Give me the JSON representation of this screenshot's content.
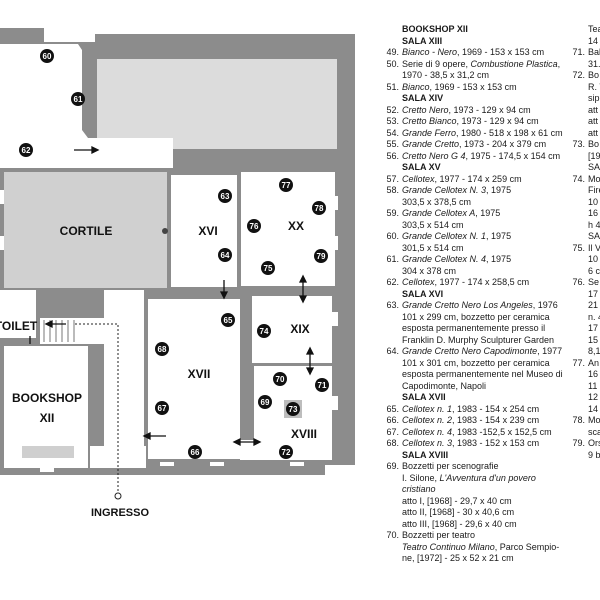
{
  "plan": {
    "rooms": {
      "cortile": "CORTILE",
      "xvi": "XVI",
      "xx": "XX",
      "xix": "XIX",
      "xvii": "XVII",
      "xviii": "XVIII",
      "toilet": "TOILET",
      "bookshop": "BOOKSHOP",
      "bookshop_num": "XII"
    },
    "entrance": "INGRESSO",
    "markers": [
      "60",
      "61",
      "62",
      "63",
      "64",
      "65",
      "66",
      "67",
      "68",
      "69",
      "70",
      "71",
      "72",
      "73",
      "74",
      "75",
      "76",
      "77",
      "78",
      "79"
    ]
  },
  "list": {
    "col1": {
      "header_top": "BOOKSHOP XII",
      "s13": "SALA XIII",
      "e49": {
        "n": "49.",
        "title": "Bianco - Nero",
        "rest": ", 1969 - 153 x 153 cm"
      },
      "e50": {
        "n": "50.",
        "l1": "Serie di 9 opere, ",
        "l1i": "Combustione Plastica",
        "l1e": ",",
        "l2": "1970 - 38,5 x 31,2 cm"
      },
      "e51": {
        "n": "51.",
        "title": "Bianco",
        "rest": ", 1969 - 153 x 153 cm"
      },
      "s14": "SALA XIV",
      "e52": {
        "n": "52.",
        "title": "Cretto Nero",
        "rest": ", 1973 - 129 x 94 cm"
      },
      "e53": {
        "n": "53.",
        "title": "Cretto Bianco",
        "rest": ", 1973 - 129 x 94 cm"
      },
      "e54": {
        "n": "54.",
        "title": "Grande Ferro",
        "rest": ", 1980 - 518 x 198 x 61 cm"
      },
      "e55": {
        "n": "55.",
        "title": "Grande Cretto",
        "rest": ", 1973 - 204 x 379 cm"
      },
      "e56": {
        "n": "56.",
        "title": "Cretto Nero G 4",
        "rest": ", 1975 - 174,5 x 154 cm"
      },
      "s15": "SALA XV",
      "e57": {
        "n": "57.",
        "title": "Cellotex",
        "rest": ", 1977 - 174 x 259 cm"
      },
      "e58": {
        "n": "58.",
        "title": "Grande Cellotex N. 3",
        "rest": ", 1975",
        "l2": "303,5 x 378,5 cm"
      },
      "e59": {
        "n": "59.",
        "title": "Grande Cellotex A",
        "rest": ", 1975",
        "l2": "303,5 x 514 cm"
      },
      "e60": {
        "n": "60.",
        "title": "Grande Cellotex N. 1",
        "rest": ", 1975",
        "l2": "301,5 x 514 cm"
      },
      "e61": {
        "n": "61.",
        "title": "Grande Cellotex N. 4",
        "rest": ", 1975",
        "l2": "304 x 378 cm"
      },
      "e62": {
        "n": "62.",
        "title": "Cellotex",
        "rest": ", 1977 - 174 x 258,5 cm"
      },
      "s16": "SALA XVI",
      "e63": {
        "n": "63.",
        "title": "Grande Cretto Nero Los Angeles",
        "rest": ", 1976",
        "l2": "101 x 299 cm, bozzetto per ceramica",
        "l3": "esposta permanentemente presso il",
        "l4": "Franklin D. Murphy Sculpturer Garden"
      },
      "e64": {
        "n": "64.",
        "title": "Grande Cretto Nero Capodimonte",
        "rest": ", 1977",
        "l2": "101 x 301 cm, bozzetto per ceramica",
        "l3": "esposta permanentemente nel Museo di",
        "l4": "Capodimonte, Napoli"
      },
      "s17": "SALA XVII",
      "e65": {
        "n": "65.",
        "title": "Cellotex n. 1",
        "rest": ", 1983 - 154 x 254 cm"
      },
      "e66": {
        "n": "66.",
        "title": "Cellotex n. 2",
        "rest": ", 1983 - 154 x 239 cm"
      },
      "e67": {
        "n": "67.",
        "title": "Cellotex n. 4",
        "rest": ", 1983 -152,5 x 152,5 cm"
      },
      "e68": {
        "n": "68.",
        "title": "Cellotex n. 3",
        "rest": ", 1983 - 152 x 153 cm"
      },
      "s18": "SALA XVIII",
      "e69": {
        "n": "69.",
        "l1": "Bozzetti per scenografie",
        "l2a": "I. Silone, ",
        "l2i": "L'Avventura d'un povero",
        "l3i": "cristiano",
        "l4": "atto I, [1968] - 29,7 x 40 cm",
        "l5": "atto II, [1968] - 30 x 40,6 cm",
        "l6": "atto III, [1968] - 29,6 x 40 cm"
      },
      "e70": {
        "n": "70.",
        "l1": "Bozzetti per teatro",
        "l2i": "Teatro Continuo Milano",
        "l2e": ", Parco Sempio-",
        "l3": "ne, [1972] - 25 x 52 x 21 cm"
      }
    },
    "col2": [
      {
        "n": "",
        "t": "Tea"
      },
      {
        "n": "",
        "t": "14"
      },
      {
        "n": "71.",
        "t": "Bal"
      },
      {
        "n": "",
        "t": "31."
      },
      {
        "n": "72.",
        "t": "Bo"
      },
      {
        "n": "",
        "t": "R. V"
      },
      {
        "n": "",
        "t": "sip"
      },
      {
        "n": "",
        "t": "att"
      },
      {
        "n": "",
        "t": "att"
      },
      {
        "n": "",
        "t": "att"
      },
      {
        "n": "73.",
        "t": "Bo"
      },
      {
        "n": "",
        "t": "[19"
      },
      {
        "n": "",
        "t": "SA"
      },
      {
        "n": "74.",
        "t": "Mo"
      },
      {
        "n": "",
        "t": "Fire"
      },
      {
        "n": "",
        "t": "10"
      },
      {
        "n": "",
        "t": "16"
      },
      {
        "n": "",
        "t": "h 4"
      },
      {
        "n": "",
        "t": "SA"
      },
      {
        "n": "75.",
        "t": "Il V"
      },
      {
        "n": "",
        "t": "10"
      },
      {
        "n": "",
        "t": "6 c"
      },
      {
        "n": "76.",
        "t": "Se"
      },
      {
        "n": "",
        "t": "17"
      },
      {
        "n": "",
        "t": "21"
      },
      {
        "n": "",
        "t": "n. 4"
      },
      {
        "n": "",
        "t": "17"
      },
      {
        "n": "",
        "t": "15"
      },
      {
        "n": "",
        "t": "8,1"
      },
      {
        "n": "77.",
        "t": "An"
      },
      {
        "n": "",
        "t": "16"
      },
      {
        "n": "",
        "t": "11"
      },
      {
        "n": "",
        "t": "12"
      },
      {
        "n": "",
        "t": "14"
      },
      {
        "n": "78.",
        "t": "Mo"
      },
      {
        "n": "",
        "t": "sca"
      },
      {
        "n": "79.",
        "t": "Ors"
      },
      {
        "n": "",
        "t": "9 b"
      }
    ]
  }
}
